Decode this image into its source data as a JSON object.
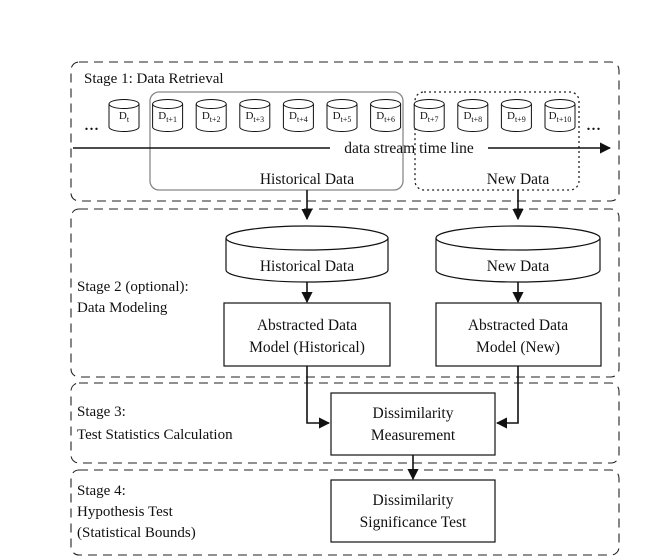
{
  "stages": [
    {
      "id": "stage-1",
      "label": "Stage 1: Data Retrieval"
    },
    {
      "id": "stage-2",
      "label": "Stage 2 (optional): Data Modeling"
    },
    {
      "id": "stage-3",
      "label": "Stage 3: Test Statistics Calculation"
    },
    {
      "id": "stage-4",
      "label": "Stage 4: Hypothesis Test (Statistical Bounds)"
    }
  ],
  "stage_lines": {
    "s1": "Stage 1: Data Retrieval",
    "s2a": "Stage 2 (optional):",
    "s2b": "Data Modeling",
    "s3a": "Stage 3:",
    "s3b": "Test Statistics Calculation",
    "s4a": "Stage 4:",
    "s4b": "Hypothesis Test",
    "s4c": "(Statistical Bounds)"
  },
  "data_stream": {
    "ellipsis_left": "...",
    "ellipsis_right": "...",
    "timeline_label": "data stream time line",
    "blocks": [
      {
        "base": "D",
        "sub": "t"
      },
      {
        "base": "D",
        "sub": "t+1"
      },
      {
        "base": "D",
        "sub": "t+2"
      },
      {
        "base": "D",
        "sub": "t+3"
      },
      {
        "base": "D",
        "sub": "t+4"
      },
      {
        "base": "D",
        "sub": "t+5"
      },
      {
        "base": "D",
        "sub": "t+6"
      },
      {
        "base": "D",
        "sub": "t+7"
      },
      {
        "base": "D",
        "sub": "t+8"
      },
      {
        "base": "D",
        "sub": "t+9"
      },
      {
        "base": "D",
        "sub": "t+10"
      }
    ],
    "historical_window_label": "Historical Data",
    "new_window_label": "New Data"
  },
  "stores": {
    "historical": "Historical Data",
    "new": "New Data"
  },
  "models": {
    "historical_l1": "Abstracted Data",
    "historical_l2": "Model (Historical)",
    "new_l1": "Abstracted Data",
    "new_l2": "Model (New)"
  },
  "measure": {
    "l1": "Dissimilarity",
    "l2": "Measurement"
  },
  "test": {
    "l1": "Dissimilarity",
    "l2": "Significance Test"
  }
}
